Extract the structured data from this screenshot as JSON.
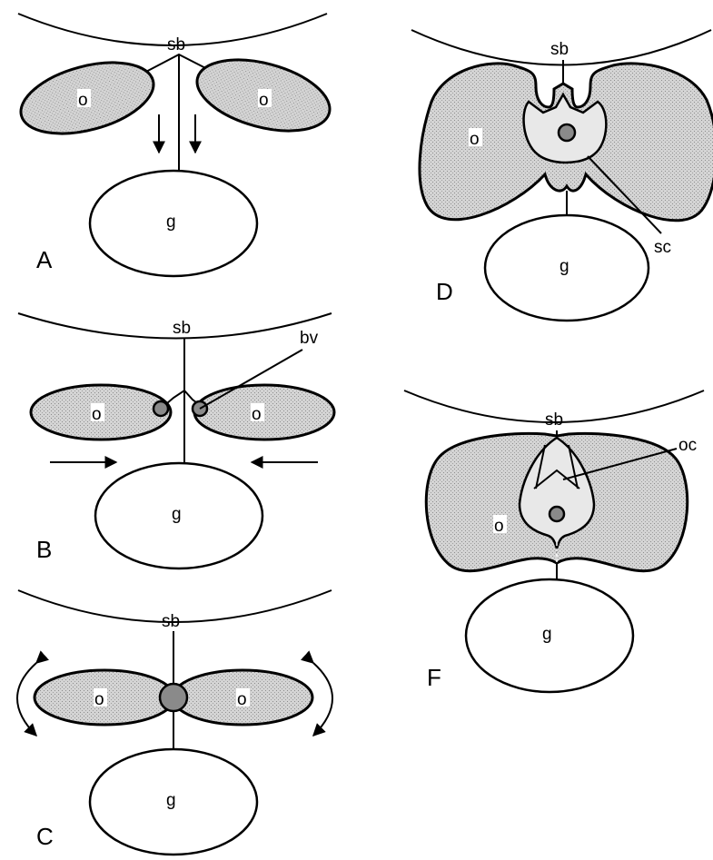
{
  "panels": [
    {
      "id": "A",
      "letter": "A",
      "labels": {
        "sb": "sb",
        "o": "o",
        "g": "g"
      }
    },
    {
      "id": "B",
      "letter": "B",
      "labels": {
        "sb": "sb",
        "o": "o",
        "g": "g",
        "bv": "bv"
      }
    },
    {
      "id": "C",
      "letter": "C",
      "labels": {
        "sb": "sb",
        "o": "o",
        "g": "g"
      }
    },
    {
      "id": "D",
      "letter": "D",
      "labels": {
        "sb": "sb",
        "o": "o",
        "g": "g",
        "sc": "sc"
      }
    },
    {
      "id": "F",
      "letter": "F",
      "labels": {
        "sb": "sb",
        "o": "o",
        "g": "g",
        "oc": "oc"
      }
    }
  ]
}
